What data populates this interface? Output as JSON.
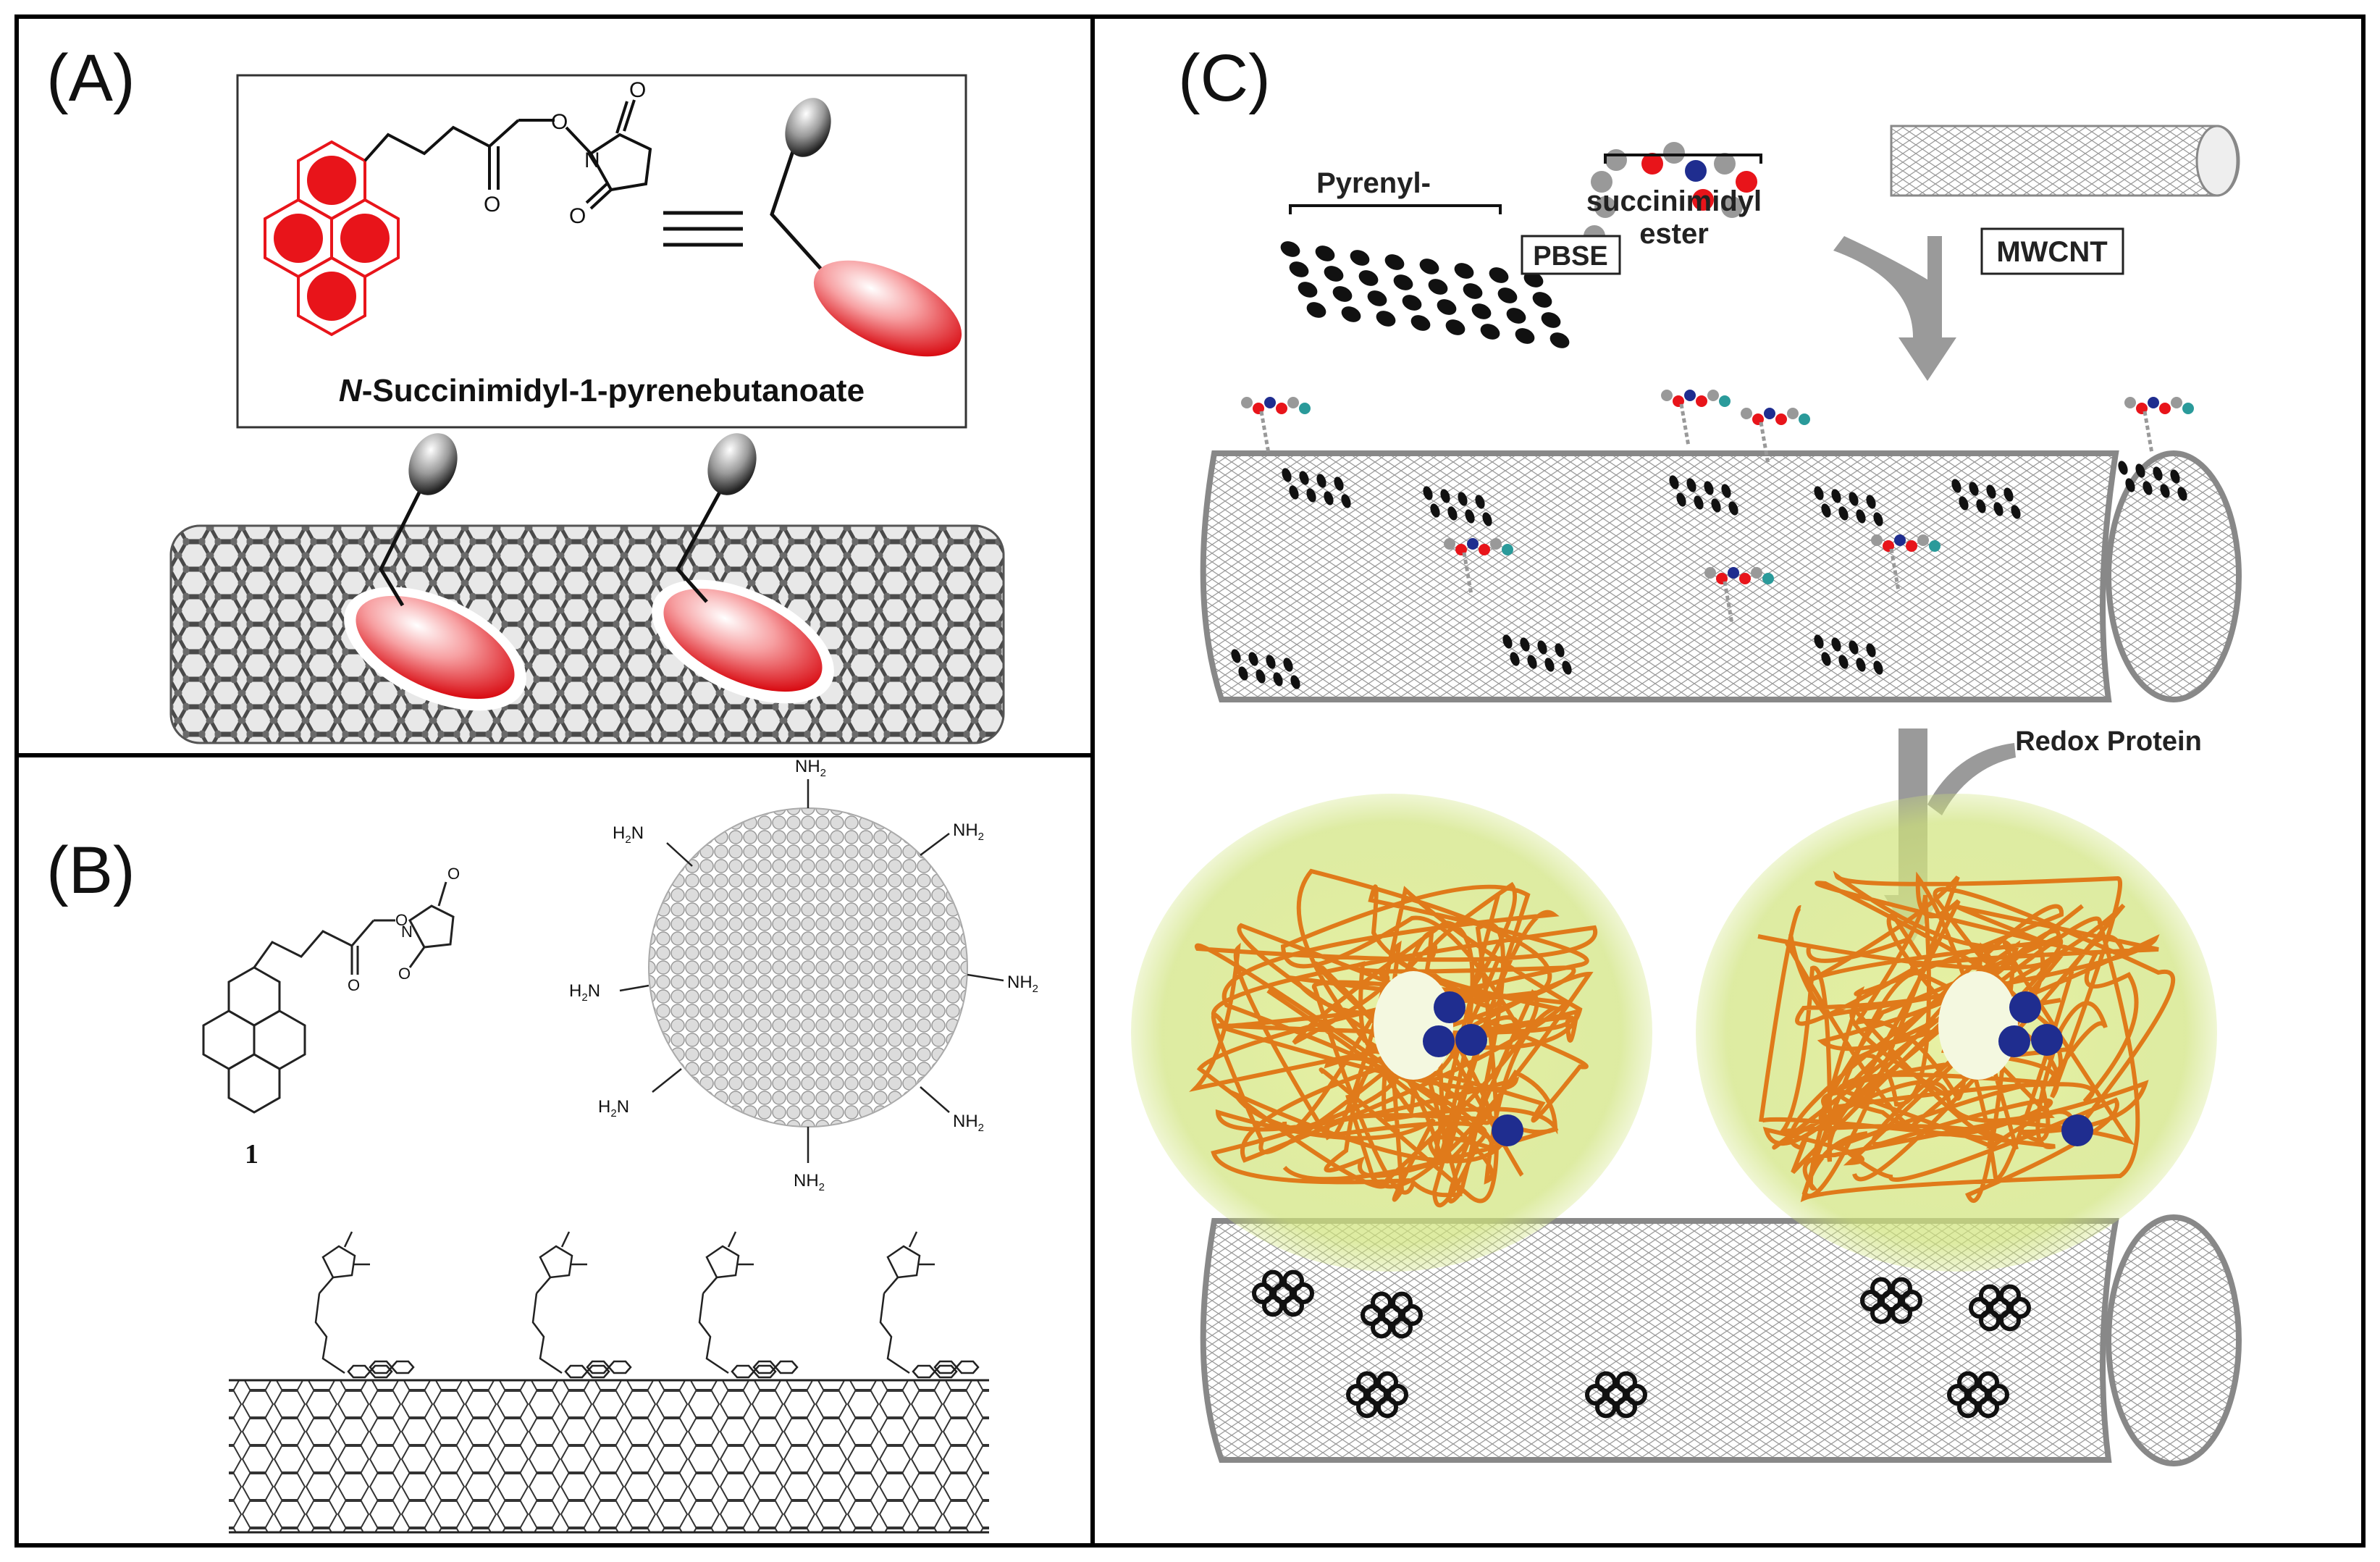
{
  "panel_a": {
    "label": "(A)",
    "compound_name": "N-Succinimidyl-1-pyrenebutanoate",
    "compound_name_italic_prefix": "N",
    "compound_name_rest": "-Succinimidyl-1-pyrenebutanoate",
    "atom_o": "O",
    "atom_n": "N"
  },
  "panel_b": {
    "label": "(B)",
    "compound_number": "1",
    "amine_labels": [
      "NH2",
      "NH2",
      "NH2",
      "H2N",
      "H2N",
      "H2N",
      "NH2",
      "NH2"
    ],
    "amine_nh": "NH",
    "amine_sub": "2",
    "amine_h": "H",
    "amine_n": "N"
  },
  "panel_c": {
    "label": "(C)",
    "pyrenyl_label": "Pyrenyl-",
    "succinimidyl_label_1": "succinimidyl",
    "succinimidyl_label_2": "ester",
    "pbse_label": "PBSE",
    "mwcnt_label": "MWCNT",
    "redox_label": "Redox Protein"
  },
  "colors": {
    "pyrene_red": "#e8141a",
    "protein_orange": "#e07a1a",
    "protein_glow": "#c8e07a",
    "heme_blue": "#1f2d8f",
    "tube_gray": "#8a8a8a",
    "arrow_gray": "#9a9a9a"
  }
}
